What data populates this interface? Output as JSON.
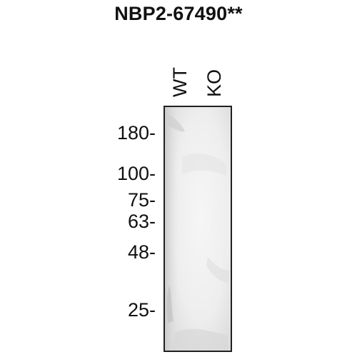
{
  "title": "NBP2-67490**",
  "lanes": [
    {
      "label": "WT"
    },
    {
      "label": "KO"
    }
  ],
  "markers": [
    {
      "label": "180-"
    },
    {
      "label": "100-"
    },
    {
      "label": "75-"
    },
    {
      "label": "63-"
    },
    {
      "label": "48-"
    },
    {
      "label": "25-"
    }
  ],
  "colors": {
    "membrane": "#e9e9e9",
    "frame": "#202020",
    "text": "#111111"
  }
}
